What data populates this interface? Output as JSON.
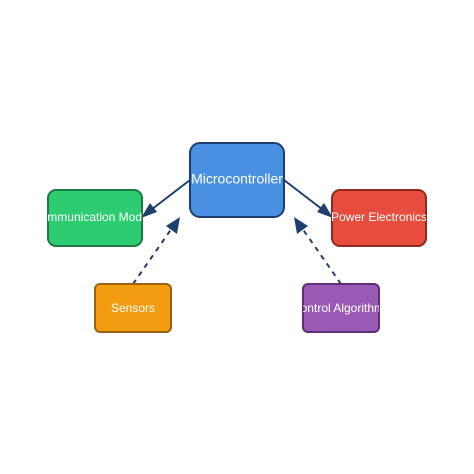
{
  "nodes": {
    "microcontroller": {
      "label": "Microcontroller",
      "color": "#4a90e2",
      "border": "#1f3f6e"
    },
    "communication": {
      "label": "Communication Module",
      "color": "#2ecc71",
      "border": "#1e7a45"
    },
    "power": {
      "label": "Power Electronics",
      "color": "#e74c3c",
      "border": "#8e2a20"
    },
    "sensors": {
      "label": "Sensors",
      "color": "#f39c12",
      "border": "#9a6210"
    },
    "control": {
      "label": "Control Algorithms",
      "color": "#9b59b6",
      "border": "#5e2f74"
    }
  },
  "edge_color": "#1f3f6e"
}
